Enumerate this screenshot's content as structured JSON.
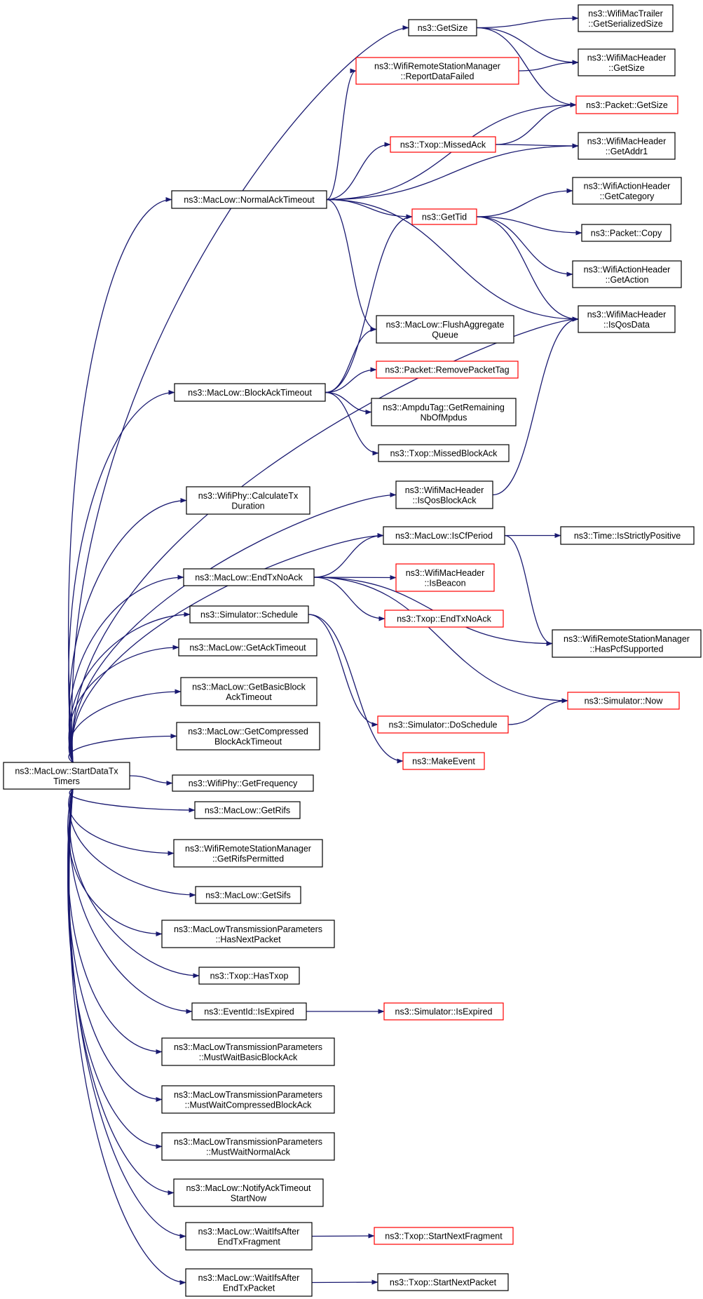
{
  "colors": {
    "edge": "#191970",
    "node_border": "#000000",
    "node_border_truncated": "#ff0000",
    "root_fill": "#bfbfbf"
  },
  "nodes": [
    {
      "id": "startdatatx",
      "lines": [
        "ns3::MacLow::StartDataTx",
        "Timers"
      ],
      "root": true,
      "truncated": false
    },
    {
      "id": "getsize",
      "lines": [
        "ns3::GetSize"
      ],
      "truncated": false
    },
    {
      "id": "wifimactrailer",
      "lines": [
        "ns3::WifiMacTrailer",
        "::GetSerializedSize"
      ],
      "truncated": false
    },
    {
      "id": "reportdatafailed",
      "lines": [
        "ns3::WifiRemoteStationManager",
        "::ReportDataFailed"
      ],
      "truncated": true
    },
    {
      "id": "machdr_getsize",
      "lines": [
        "ns3::WifiMacHeader",
        "::GetSize"
      ],
      "truncated": false
    },
    {
      "id": "packet_getsize",
      "lines": [
        "ns3::Packet::GetSize"
      ],
      "truncated": true
    },
    {
      "id": "missedack",
      "lines": [
        "ns3::Txop::MissedAck"
      ],
      "truncated": true
    },
    {
      "id": "getaddr1",
      "lines": [
        "ns3::WifiMacHeader",
        "::GetAddr1"
      ],
      "truncated": false
    },
    {
      "id": "normalacktimeout",
      "lines": [
        "ns3::MacLow::NormalAckTimeout"
      ],
      "truncated": false
    },
    {
      "id": "gettid",
      "lines": [
        "ns3::GetTid"
      ],
      "truncated": true
    },
    {
      "id": "getcategory",
      "lines": [
        "ns3::WifiActionHeader",
        "::GetCategory"
      ],
      "truncated": false
    },
    {
      "id": "packet_copy",
      "lines": [
        "ns3::Packet::Copy"
      ],
      "truncated": false
    },
    {
      "id": "getaction",
      "lines": [
        "ns3::WifiActionHeader",
        "::GetAction"
      ],
      "truncated": false
    },
    {
      "id": "isqosdata",
      "lines": [
        "ns3::WifiMacHeader",
        "::IsQosData"
      ],
      "truncated": false
    },
    {
      "id": "flushaggregate",
      "lines": [
        "ns3::MacLow::FlushAggregate",
        "Queue"
      ],
      "truncated": false
    },
    {
      "id": "removepackettag",
      "lines": [
        "ns3::Packet::RemovePacketTag"
      ],
      "truncated": true
    },
    {
      "id": "blockacktimeout",
      "lines": [
        "ns3::MacLow::BlockAckTimeout"
      ],
      "truncated": false
    },
    {
      "id": "ampdutag",
      "lines": [
        "ns3::AmpduTag::GetRemaining",
        "NbOfMpdus"
      ],
      "truncated": false
    },
    {
      "id": "missedblockack",
      "lines": [
        "ns3::Txop::MissedBlockAck"
      ],
      "truncated": false
    },
    {
      "id": "isqosblockack",
      "lines": [
        "ns3::WifiMacHeader",
        "::IsQosBlockAck"
      ],
      "truncated": false
    },
    {
      "id": "calculatetx",
      "lines": [
        "ns3::WifiPhy::CalculateTx",
        "Duration"
      ],
      "truncated": false
    },
    {
      "id": "iscfperiod",
      "lines": [
        "ns3::MacLow::IsCfPeriod"
      ],
      "truncated": false
    },
    {
      "id": "isstrictlypositive",
      "lines": [
        "ns3::Time::IsStrictlyPositive"
      ],
      "truncated": false
    },
    {
      "id": "endtxnoack",
      "lines": [
        "ns3::MacLow::EndTxNoAck"
      ],
      "truncated": false
    },
    {
      "id": "isbeacon",
      "lines": [
        "ns3::WifiMacHeader",
        "::IsBeacon"
      ],
      "truncated": true
    },
    {
      "id": "txop_endtxnoack",
      "lines": [
        "ns3::Txop::EndTxNoAck"
      ],
      "truncated": true
    },
    {
      "id": "schedule",
      "lines": [
        "ns3::Simulator::Schedule"
      ],
      "truncated": false
    },
    {
      "id": "haspcfsupported",
      "lines": [
        "ns3::WifiRemoteStationManager",
        "::HasPcfSupported"
      ],
      "truncated": false
    },
    {
      "id": "getacktimeout",
      "lines": [
        "ns3::MacLow::GetAckTimeout"
      ],
      "truncated": false
    },
    {
      "id": "getbasicblock",
      "lines": [
        "ns3::MacLow::GetBasicBlock",
        "AckTimeout"
      ],
      "truncated": false
    },
    {
      "id": "simnow",
      "lines": [
        "ns3::Simulator::Now"
      ],
      "truncated": true
    },
    {
      "id": "doschedule",
      "lines": [
        "ns3::Simulator::DoSchedule"
      ],
      "truncated": true
    },
    {
      "id": "getcompressed",
      "lines": [
        "ns3::MacLow::GetCompressed",
        "BlockAckTimeout"
      ],
      "truncated": false
    },
    {
      "id": "makeevent",
      "lines": [
        "ns3::MakeEvent"
      ],
      "truncated": true
    },
    {
      "id": "getfrequency",
      "lines": [
        "ns3::WifiPhy::GetFrequency"
      ],
      "truncated": false
    },
    {
      "id": "getrifs",
      "lines": [
        "ns3::MacLow::GetRifs"
      ],
      "truncated": false
    },
    {
      "id": "getrifspermitted",
      "lines": [
        "ns3::WifiRemoteStationManager",
        "::GetRifsPermitted"
      ],
      "truncated": false
    },
    {
      "id": "getsifs",
      "lines": [
        "ns3::MacLow::GetSifs"
      ],
      "truncated": false
    },
    {
      "id": "hasnextpacket",
      "lines": [
        "ns3::MacLowTransmissionParameters",
        "::HasNextPacket"
      ],
      "truncated": false
    },
    {
      "id": "hastxop",
      "lines": [
        "ns3::Txop::HasTxop"
      ],
      "truncated": false
    },
    {
      "id": "isexpired",
      "lines": [
        "ns3::EventId::IsExpired"
      ],
      "truncated": false
    },
    {
      "id": "sim_isexpired",
      "lines": [
        "ns3::Simulator::IsExpired"
      ],
      "truncated": true
    },
    {
      "id": "mustwaitbasic",
      "lines": [
        "ns3::MacLowTransmissionParameters",
        "::MustWaitBasicBlockAck"
      ],
      "truncated": false
    },
    {
      "id": "mustwaitcompressed",
      "lines": [
        "ns3::MacLowTransmissionParameters",
        "::MustWaitCompressedBlockAck"
      ],
      "truncated": false
    },
    {
      "id": "mustwaitnormal",
      "lines": [
        "ns3::MacLowTransmissionParameters",
        "::MustWaitNormalAck"
      ],
      "truncated": false
    },
    {
      "id": "notifyacktimeout",
      "lines": [
        "ns3::MacLow::NotifyAckTimeout",
        "StartNow"
      ],
      "truncated": false
    },
    {
      "id": "waitifsfrag",
      "lines": [
        "ns3::MacLow::WaitIfsAfter",
        "EndTxFragment"
      ],
      "truncated": false
    },
    {
      "id": "startnextfragment",
      "lines": [
        "ns3::Txop::StartNextFragment"
      ],
      "truncated": true
    },
    {
      "id": "waitifspacket",
      "lines": [
        "ns3::MacLow::WaitIfsAfter",
        "EndTxPacket"
      ],
      "truncated": false
    },
    {
      "id": "startnextpacket",
      "lines": [
        "ns3::Txop::StartNextPacket"
      ],
      "truncated": false
    }
  ],
  "edges": [
    [
      "startdatatx",
      "getsize"
    ],
    [
      "startdatatx",
      "normalacktimeout"
    ],
    [
      "startdatatx",
      "isqosdata"
    ],
    [
      "startdatatx",
      "blockacktimeout"
    ],
    [
      "startdatatx",
      "isqosblockack"
    ],
    [
      "startdatatx",
      "calculatetx"
    ],
    [
      "startdatatx",
      "iscfperiod"
    ],
    [
      "startdatatx",
      "endtxnoack"
    ],
    [
      "startdatatx",
      "schedule"
    ],
    [
      "startdatatx",
      "getacktimeout"
    ],
    [
      "startdatatx",
      "getbasicblock"
    ],
    [
      "startdatatx",
      "getcompressed"
    ],
    [
      "startdatatx",
      "getfrequency"
    ],
    [
      "startdatatx",
      "getrifs"
    ],
    [
      "startdatatx",
      "getrifspermitted"
    ],
    [
      "startdatatx",
      "getsifs"
    ],
    [
      "startdatatx",
      "hasnextpacket"
    ],
    [
      "startdatatx",
      "hastxop"
    ],
    [
      "startdatatx",
      "isexpired"
    ],
    [
      "startdatatx",
      "mustwaitbasic"
    ],
    [
      "startdatatx",
      "mustwaitcompressed"
    ],
    [
      "startdatatx",
      "mustwaitnormal"
    ],
    [
      "startdatatx",
      "notifyacktimeout"
    ],
    [
      "startdatatx",
      "waitifsfrag"
    ],
    [
      "startdatatx",
      "waitifspacket"
    ],
    [
      "getsize",
      "wifimactrailer"
    ],
    [
      "getsize",
      "machdr_getsize"
    ],
    [
      "getsize",
      "packet_getsize"
    ],
    [
      "reportdatafailed",
      "machdr_getsize"
    ],
    [
      "normalacktimeout",
      "reportdatafailed"
    ],
    [
      "normalacktimeout",
      "packet_getsize"
    ],
    [
      "normalacktimeout",
      "missedack"
    ],
    [
      "normalacktimeout",
      "getaddr1"
    ],
    [
      "normalacktimeout",
      "gettid"
    ],
    [
      "normalacktimeout",
      "isqosdata"
    ],
    [
      "normalacktimeout",
      "flushaggregate"
    ],
    [
      "missedack",
      "packet_getsize"
    ],
    [
      "missedack",
      "getaddr1"
    ],
    [
      "gettid",
      "getcategory"
    ],
    [
      "gettid",
      "packet_copy"
    ],
    [
      "gettid",
      "getaction"
    ],
    [
      "gettid",
      "isqosdata"
    ],
    [
      "blockacktimeout",
      "gettid"
    ],
    [
      "blockacktimeout",
      "flushaggregate"
    ],
    [
      "blockacktimeout",
      "removepackettag"
    ],
    [
      "blockacktimeout",
      "ampdutag"
    ],
    [
      "blockacktimeout",
      "missedblockack"
    ],
    [
      "isqosblockack",
      "isqosdata"
    ],
    [
      "iscfperiod",
      "isstrictlypositive"
    ],
    [
      "iscfperiod",
      "haspcfsupported"
    ],
    [
      "endtxnoack",
      "iscfperiod"
    ],
    [
      "endtxnoack",
      "isbeacon"
    ],
    [
      "endtxnoack",
      "txop_endtxnoack"
    ],
    [
      "endtxnoack",
      "haspcfsupported"
    ],
    [
      "endtxnoack",
      "simnow"
    ],
    [
      "schedule",
      "doschedule"
    ],
    [
      "schedule",
      "makeevent"
    ],
    [
      "doschedule",
      "simnow"
    ],
    [
      "isexpired",
      "sim_isexpired"
    ],
    [
      "waitifsfrag",
      "startnextfragment"
    ],
    [
      "waitifspacket",
      "startnextpacket"
    ]
  ]
}
